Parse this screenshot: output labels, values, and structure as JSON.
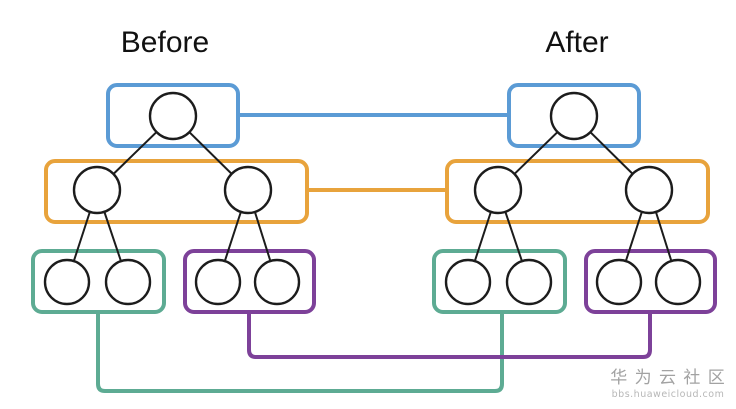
{
  "titles": {
    "before": "Before",
    "after": "After"
  },
  "watermark": {
    "community": "华 为 云 社 区",
    "url": "bbs.huaweicloud.com"
  },
  "colors": {
    "blue": "#5b9bd5",
    "orange": "#e8a33c",
    "teal": "#5dab93",
    "purple": "#7d4199",
    "ink": "#1c1c1c",
    "title": "#111111",
    "watermark": "#a2a2a2",
    "watermark-url": "#b7b7b7",
    "bg": "#ffffff"
  },
  "diagram": {
    "description": "Two identical three-level binary trees labeled Before and After; matching levels are outlined in colored rounded boxes and linked tree-to-tree by lines of the same color",
    "groups": [
      {
        "level": "root",
        "color": "blue",
        "nodes_per_tree": 1
      },
      {
        "level": "internal",
        "color": "orange",
        "nodes_per_tree": 2
      },
      {
        "level": "left-leaves",
        "color": "teal",
        "nodes_per_tree": 2
      },
      {
        "level": "right-leaves",
        "color": "purple",
        "nodes_per_tree": 2
      }
    ],
    "links": [
      {
        "from": "before.root",
        "to": "after.root",
        "color": "blue"
      },
      {
        "from": "before.internal",
        "to": "after.internal",
        "color": "orange"
      },
      {
        "from": "before.left-leaves",
        "to": "after.left-leaves",
        "color": "teal"
      },
      {
        "from": "before.right-leaves",
        "to": "after.right-leaves",
        "color": "purple"
      }
    ]
  }
}
